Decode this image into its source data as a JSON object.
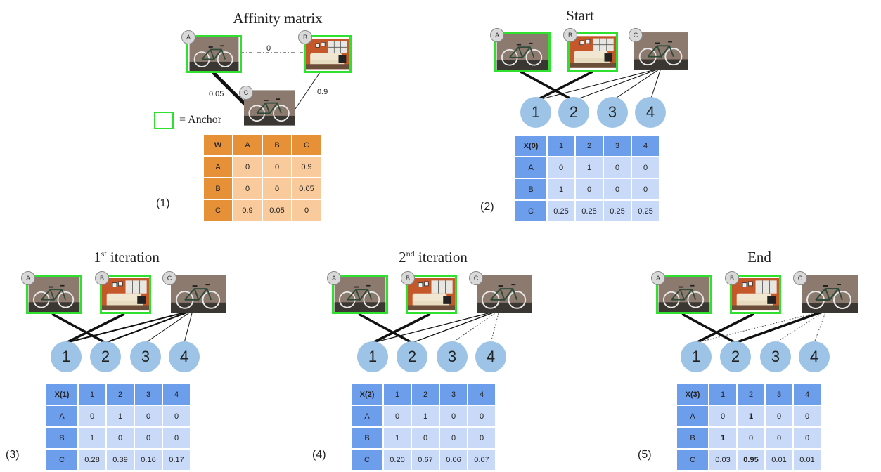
{
  "affinity": {
    "title": "Affinity matrix",
    "edge_ab": "0",
    "edge_ac": "0.05",
    "edge_bc": "0.9",
    "legend": "= Anchor",
    "panel_label": "(1)",
    "table": {
      "header": [
        "W",
        "A",
        "B",
        "C"
      ],
      "rows": [
        [
          "A",
          "0",
          "0",
          "0.9"
        ],
        [
          "B",
          "0",
          "0",
          "0.05"
        ],
        [
          "C",
          "0.9",
          "0.05",
          "0"
        ]
      ]
    }
  },
  "panels": [
    {
      "title": "Start",
      "sup": "",
      "title_rest": "",
      "panel_label": "(2)",
      "header": [
        "X(0)",
        "1",
        "2",
        "3",
        "4"
      ],
      "rows": [
        [
          "A",
          "0",
          "1",
          "0",
          "0"
        ],
        [
          "B",
          "1",
          "0",
          "0",
          "0"
        ],
        [
          "C",
          "0.25",
          "0.25",
          "0.25",
          "0.25"
        ]
      ]
    },
    {
      "title": "1",
      "sup": "st",
      "title_rest": " iteration",
      "panel_label": "(3)",
      "header": [
        "X(1)",
        "1",
        "2",
        "3",
        "4"
      ],
      "rows": [
        [
          "A",
          "0",
          "1",
          "0",
          "0"
        ],
        [
          "B",
          "1",
          "0",
          "0",
          "0"
        ],
        [
          "C",
          "0.28",
          "0.39",
          "0.16",
          "0.17"
        ]
      ]
    },
    {
      "title": "2",
      "sup": "nd",
      "title_rest": " iteration",
      "panel_label": "(4)",
      "header": [
        "X(2)",
        "1",
        "2",
        "3",
        "4"
      ],
      "rows": [
        [
          "A",
          "0",
          "1",
          "0",
          "0"
        ],
        [
          "B",
          "1",
          "0",
          "0",
          "0"
        ],
        [
          "C",
          "0.20",
          "0.67",
          "0.06",
          "0.07"
        ]
      ]
    },
    {
      "title": "End",
      "sup": "",
      "title_rest": "",
      "panel_label": "(5)",
      "header": [
        "X(3)",
        "1",
        "2",
        "3",
        "4"
      ],
      "rows": [
        [
          "A",
          "0",
          "1",
          "0",
          "0"
        ],
        [
          "B",
          "1",
          "0",
          "0",
          "0"
        ],
        [
          "C",
          "0.03",
          "0.95",
          "0.01",
          "0.01"
        ]
      ]
    }
  ],
  "badges": [
    "A",
    "B",
    "C"
  ],
  "nodes": [
    "1",
    "2",
    "3",
    "4"
  ],
  "colors": {
    "anchor_border": "#2fe02f",
    "node_fill": "#9dc3e6",
    "table_blue_header": "#6d9eeb",
    "table_blue_cell": "#c9daf8",
    "table_orange_header": "#e69138",
    "table_orange_cell": "#f9cb9c"
  }
}
